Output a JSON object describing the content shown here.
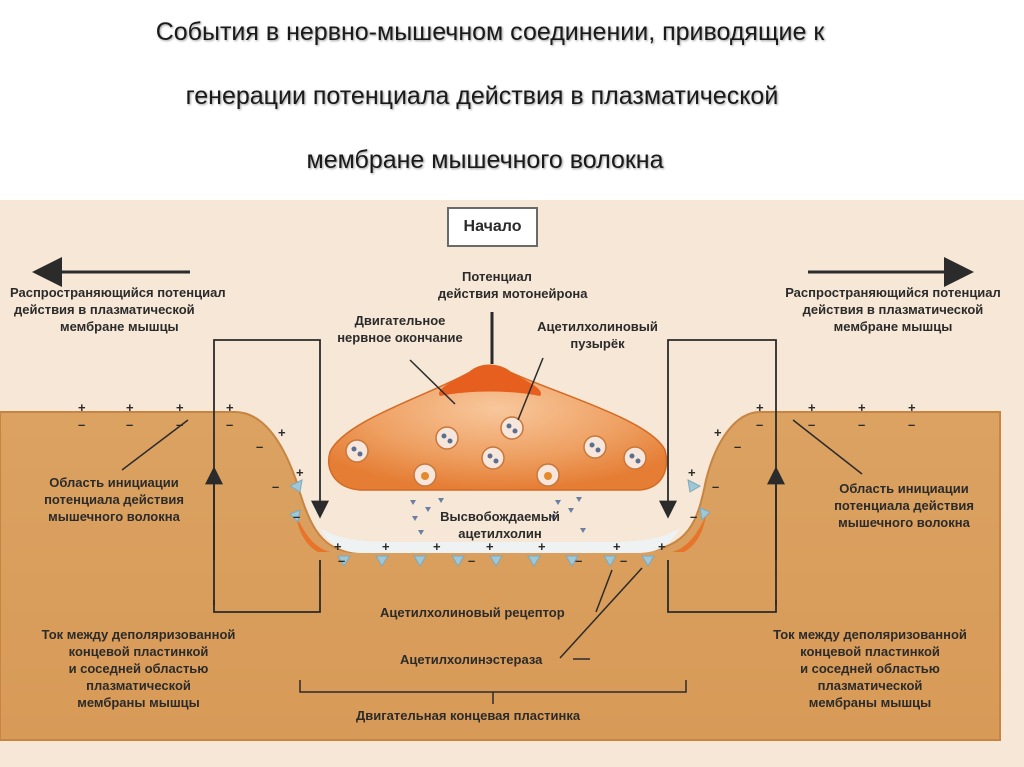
{
  "title": {
    "line1": "События в нервно-мышечном соединении, приводящие к",
    "line2": "генерации потенциала действия в плазматической",
    "line3": "мембране мышечного волокна"
  },
  "start_box": "Начало",
  "labels": {
    "motor_ap_1": "Потенциал",
    "motor_ap_2": "действия мотонейрона",
    "nerve_end_1": "Двигательное",
    "nerve_end_2": "нервное окончание",
    "vesicle_1": "Ацетилхолиновый",
    "vesicle_2": "пузырёк",
    "prop_left_1": "Распространяющийся потенциал",
    "prop_left_2": "действия в плазматической",
    "prop_left_3": "мембране мышцы",
    "prop_right_1": "Распространяющийся потенциал",
    "prop_right_2": "действия в плазматической",
    "prop_right_3": "мембране мышцы",
    "init_left_1": "Область инициации",
    "init_left_2": "потенциала действия",
    "init_left_3": "мышечного волокна",
    "init_right_1": "Область инициации",
    "init_right_2": "потенциала действия",
    "init_right_3": "мышечного волокна",
    "released_1": "Высвобождаемый",
    "released_2": "ацетилхолин",
    "receptor": "Ацетилхолиновый рецептор",
    "esterase": "Ацетилхолинэстераза",
    "current_left_1": "Ток между деполяризованной",
    "current_left_2": "концевой пластинкой",
    "current_left_3": "и соседней областью",
    "current_left_4": "плазматической",
    "current_left_5": "мембраны мышцы",
    "current_right_1": "Ток между деполяризованной",
    "current_right_2": "концевой пластинкой",
    "current_right_3": "и соседней областью",
    "current_right_4": "плазматической",
    "current_right_5": "мембраны мышцы",
    "endplate": "Двигательная концевая пластинка"
  },
  "signs": {
    "plus": "+",
    "minus": "–"
  },
  "colors": {
    "muscle": "#d99f5e",
    "muscle_edge": "#c88442",
    "background_panel": "#f6e7d6",
    "nerve_top": "#e96f28",
    "nerve_body": "#f0a566",
    "cleft": "#f2f2f2",
    "receptor": "#9ec7d8",
    "text": "#2b2b2b"
  },
  "icons": {
    "arrow": "arrow-icon",
    "vesicle": "vesicle-icon"
  }
}
